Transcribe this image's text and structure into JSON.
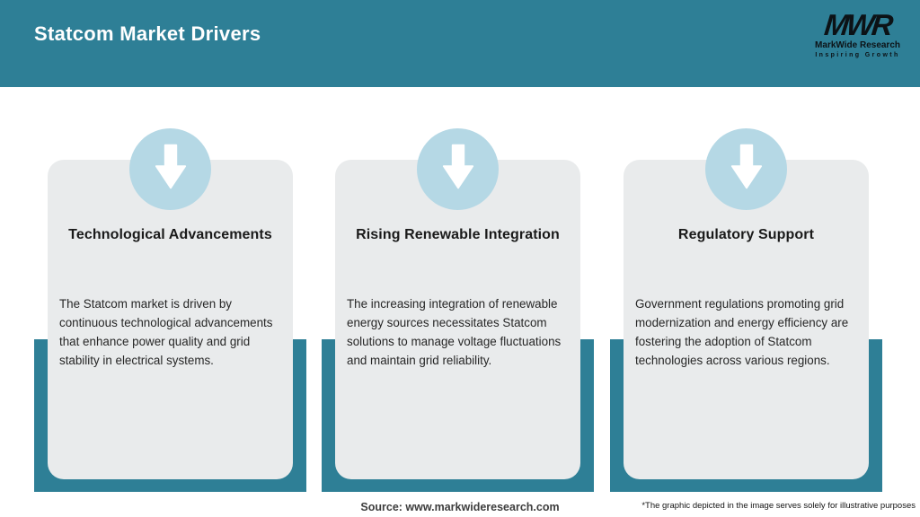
{
  "header": {
    "title": "Statcom Market Drivers"
  },
  "logo": {
    "acronym": "MWR",
    "name": "MarkWide Research",
    "tagline": "Inspiring Growth"
  },
  "cards": [
    {
      "title": "Technological Advancements",
      "body": "The Statcom market is driven by continuous technological advancements that enhance power quality and grid stability in electrical systems."
    },
    {
      "title": "Rising Renewable Integration",
      "body": "The increasing integration of renewable energy sources necessitates Statcom solutions to manage voltage fluctuations and maintain grid reliability."
    },
    {
      "title": "Regulatory Support",
      "body": "Government regulations promoting grid modernization and energy efficiency are fostering the adoption of Statcom technologies across various regions."
    }
  ],
  "footer": {
    "source": "Source: www.markwideresearch.com",
    "disclaimer": "*The graphic depicted in the image serves solely for illustrative purposes"
  },
  "colors": {
    "teal": "#2e7f96",
    "light_blue": "#b5d8e5",
    "card_gray": "#e9ebec"
  }
}
